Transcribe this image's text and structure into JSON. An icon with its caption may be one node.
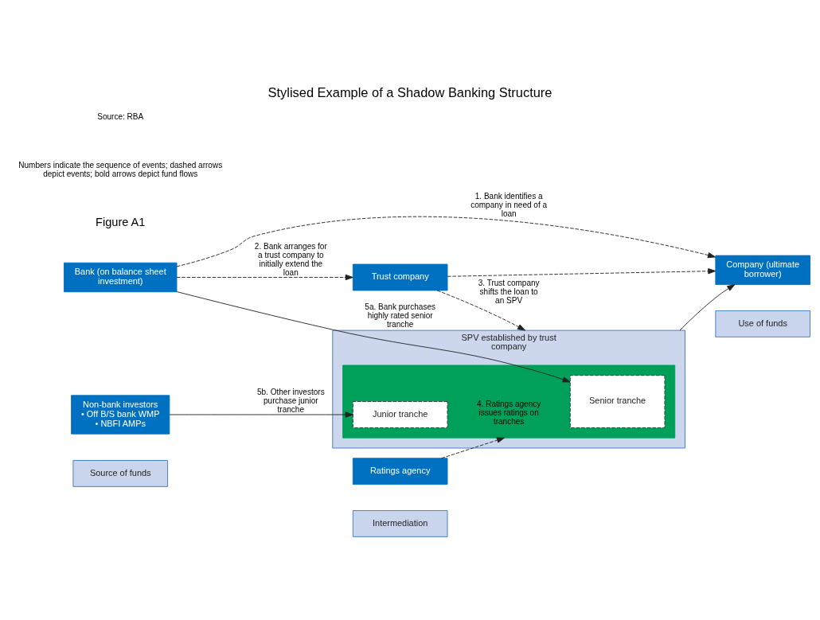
{
  "diagram": {
    "title": "Stylised Example of a Shadow Banking Structure",
    "nodes": [
      {
        "text": [
          "Source of funds"
        ]
      },
      {
        "text": [
          "Intermediation"
        ]
      },
      {
        "text": [
          "Use of funds"
        ]
      },
      {
        "text": [
          "Trust company"
        ]
      },
      {
        "text": [
          "SPV established by trust company"
        ]
      },
      {
        "text": [],
        "shape": "box",
        "in": 4
      },
      {
        "text": [
          "Senior tranche"
        ],
        "in": 5
      },
      {
        "text": [
          "Junior tranche"
        ],
        "in": 5
      },
      {
        "text": [
          "Bank (on balance sheet investment)"
        ]
      },
      {
        "text": [
          "Non-bank investors",
          "• Off B/S bank WMP",
          "• NBFI AMPs"
        ]
      },
      {
        "text": [
          "Company (ultimate borrower)"
        ]
      },
      {
        "text": [
          "Ratings agency"
        ]
      }
    ],
    "edges": [
      {
        "from": 8,
        "to": 10,
        "arrow": "to",
        "style": "dashed",
        "label": "1. Bank identifies a company in need of a loan"
      },
      {
        "from": 8,
        "to": 3,
        "arrow": "to",
        "style": "dashed",
        "label": "2. Bank arranges for a trust company to initially extend the loan"
      },
      {
        "from": 3,
        "to": 10,
        "arrow": "to",
        "style": "dashed"
      },
      {
        "from": 3,
        "to": 4,
        "arrow": "to",
        "style": "dashed",
        "label": "3. Trust company shifts the loan to an SPV"
      },
      {
        "from": 11,
        "to": 5,
        "arrow": "to",
        "style": "dashed",
        "label": "4. Ratings agency issues ratings on tranches"
      },
      {
        "from": 8,
        "to": 6,
        "arrow": "to",
        "label": "5a. Bank purchases highly rated senior tranche"
      },
      {
        "from": 9,
        "to": 7,
        "arrow": "to",
        "label": "5b. Other investors purchase junior tranche"
      },
      {
        "from": 4,
        "to": 10,
        "arrow": "to"
      }
    ],
    "labels": [
      "Figure A1",
      "Numbers indicate the sequence of events; dashed arrows depict events; bold arrows depict fund flows",
      "Source: RBA"
    ]
  }
}
